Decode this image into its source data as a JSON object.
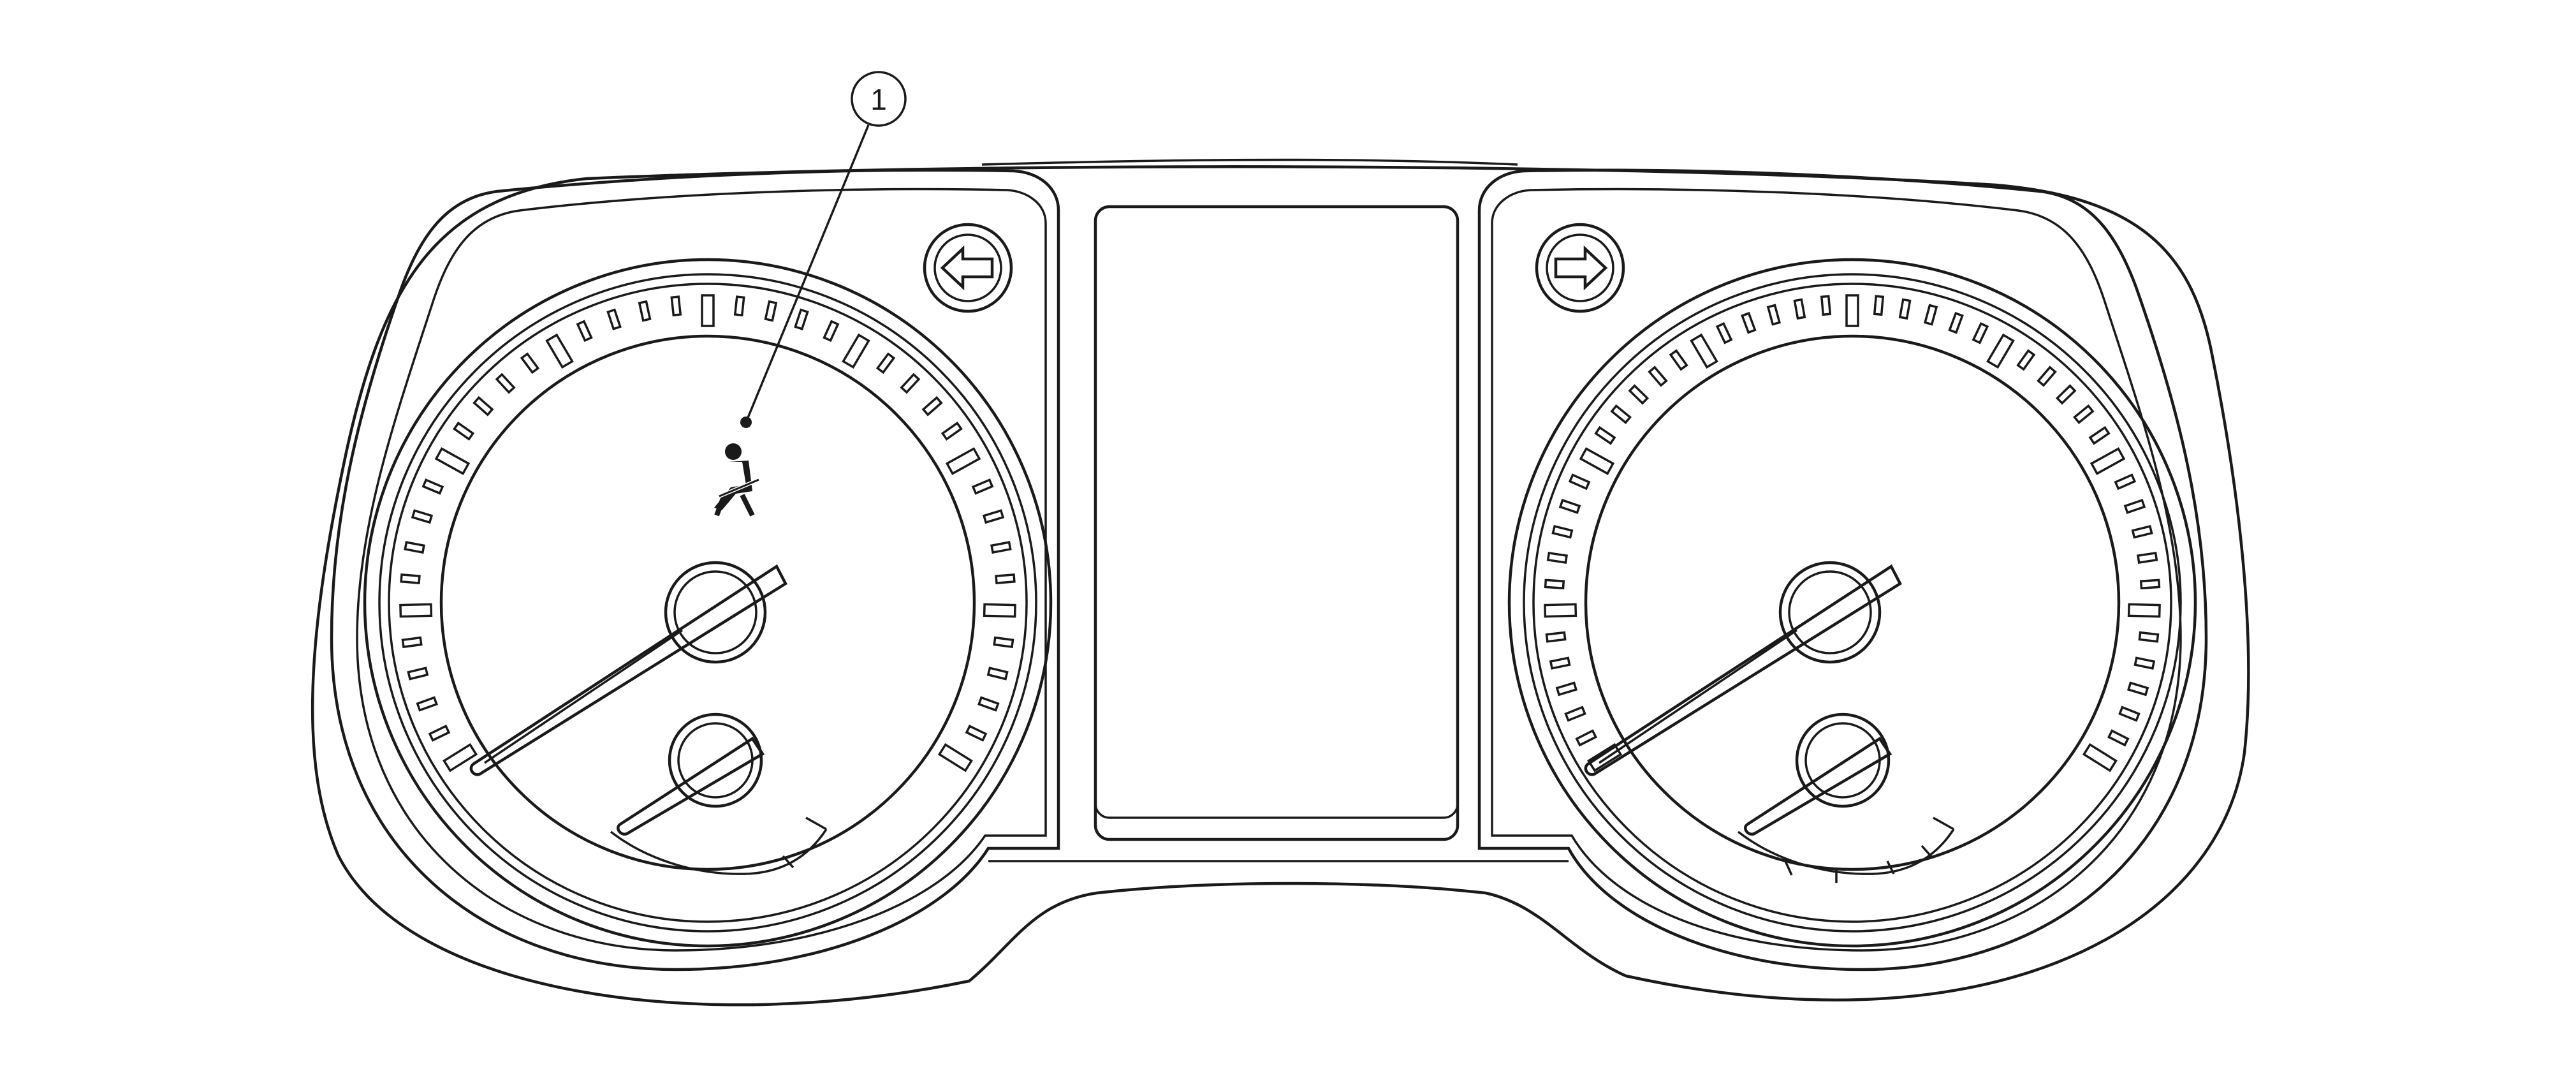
{
  "callouts": [
    {
      "number": "1"
    }
  ],
  "indicators": {
    "left": "left-turn-signal-arrow",
    "right": "right-turn-signal-arrow",
    "warning": "seat-belt-warning-icon"
  },
  "colors": {
    "line": "#1a1a1a",
    "background": "#ffffff"
  }
}
